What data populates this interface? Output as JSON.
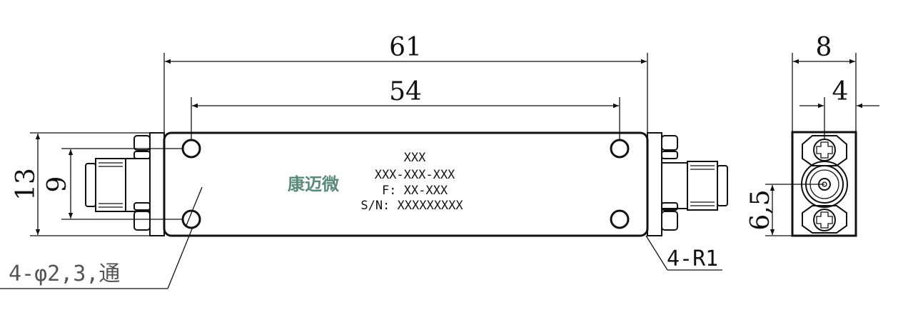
{
  "colors": {
    "line": "#111111",
    "brand": "#5a8a7a",
    "callout": "#555555"
  },
  "dimensions": {
    "overall_length": "61",
    "hole_spacing": "54",
    "height_total": "13",
    "height_inner": "9",
    "side_width": "8",
    "side_half_width": "4",
    "side_connector_height": "6,5"
  },
  "label": {
    "brand": "康迈微",
    "line1": "XXX",
    "line2": "XXX-XXX-XXX",
    "line3": "F: XX-XXX",
    "line4": "S/N: XXXXXXXXX"
  },
  "callouts": {
    "holes": "4-φ2,3,通",
    "corner_radius": "4-R1"
  }
}
